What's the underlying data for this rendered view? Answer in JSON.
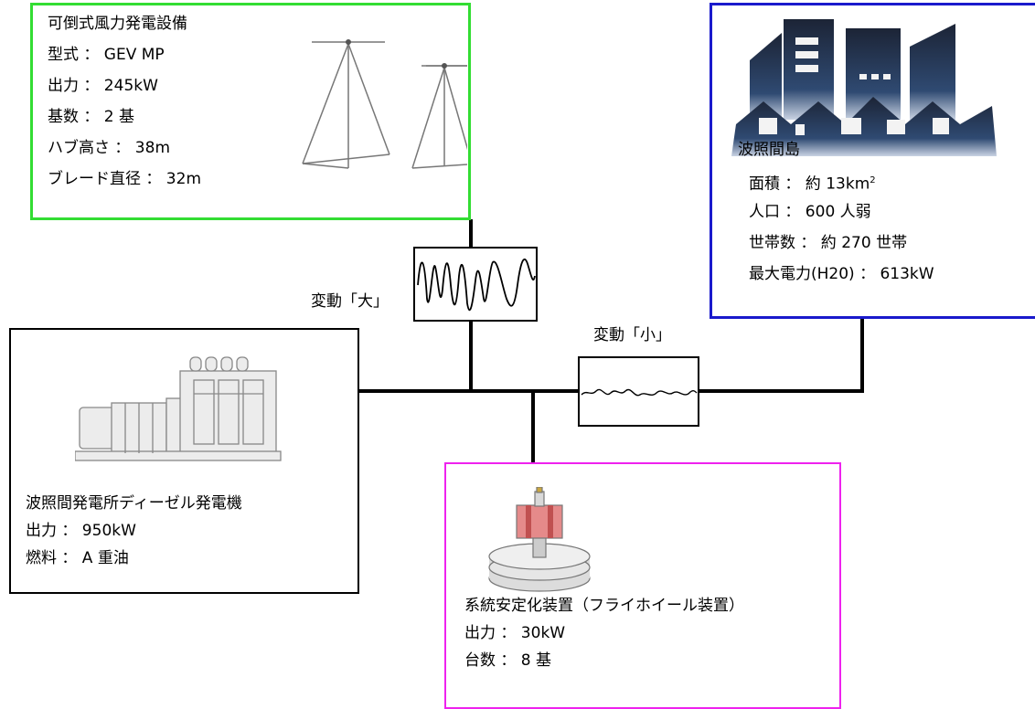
{
  "colors": {
    "wind_border": "#33dd33",
    "island_border": "#1a1acc",
    "diesel_border": "#000000",
    "flywheel_border": "#ee22ee"
  },
  "wind": {
    "title": "可倒式風力発電設備",
    "lines": [
      "型式 ： GEV MP",
      "出力 ： 245kW",
      "基数 ： 2 基",
      "ハブ高さ ： 38m",
      "ブレード直径 ： 32m"
    ],
    "image_icon": "wind-turbine-icon"
  },
  "island": {
    "title": "波照間島",
    "area": "面積 ： 約 13km",
    "area_sup": "2",
    "lines": [
      "人口 ： 600 人弱",
      "世帯数 ： 約 270 世帯",
      "最大電力(H20) ： 613kW"
    ],
    "image_icon": "city-icon"
  },
  "diesel": {
    "title": "波照間発電所ディーゼル発電機",
    "lines": [
      "出力 ： 950kW",
      "燃料 ： A 重油"
    ],
    "image_icon": "diesel-generator-icon"
  },
  "flywheel": {
    "title": "系統安定化装置（フライホイール装置）",
    "lines": [
      "出力 ： 30kW",
      "台数 ： 8 基"
    ],
    "image_icon": "flywheel-icon"
  },
  "fluctuation": {
    "large_label": "変動「大」",
    "small_label": "変動「小」"
  }
}
